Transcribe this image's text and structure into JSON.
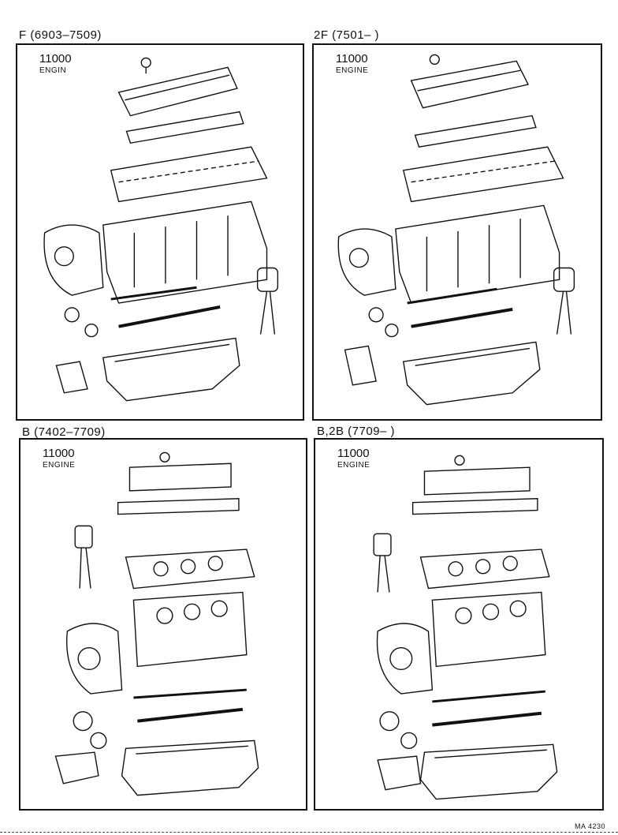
{
  "quadrants": [
    {
      "id": "tl",
      "title": "F (6903–7509)",
      "label_number": "11000",
      "label_word": "ENGIN"
    },
    {
      "id": "tr",
      "title": "2F (7501–        )",
      "label_number": "11000",
      "label_word": "ENGINE"
    },
    {
      "id": "bl",
      "title": "B (7402–7709)",
      "label_number": "11000",
      "label_word": "ENGINE"
    },
    {
      "id": "br",
      "title": "B,2B (7709–        )",
      "label_number": "11000",
      "label_word": "ENGINE"
    }
  ],
  "footer": {
    "code": "MA 4230"
  }
}
